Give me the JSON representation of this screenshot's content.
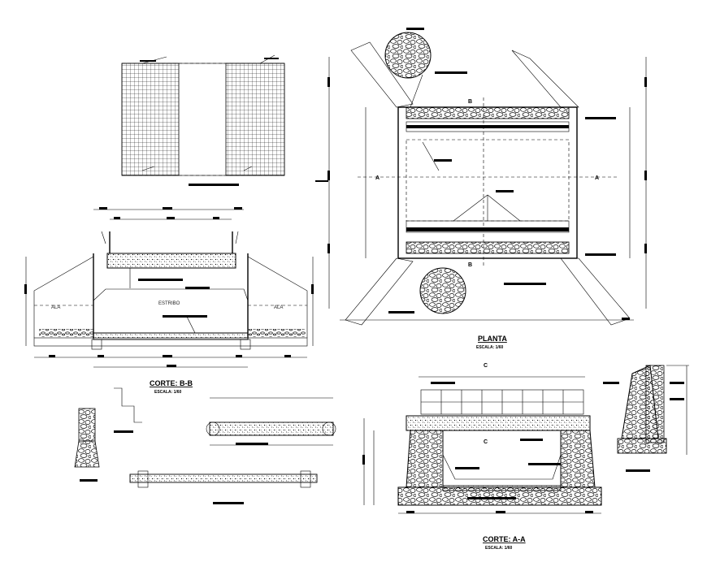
{
  "drawing": {
    "plan": {
      "title": "PLANTA",
      "scale": "ESCALA: 1/60",
      "section_marks": [
        "A",
        "A",
        "B",
        "B"
      ]
    },
    "section_bb": {
      "title": "CORTE: B-B",
      "scale": "ESCALA: 1/60",
      "zones": [
        "ALA",
        "ESTRIBO",
        "ALA"
      ]
    },
    "section_aa": {
      "title": "CORTE: A-A",
      "scale": "ESCALA: 1/60",
      "section_marks": [
        "C",
        "C"
      ]
    }
  }
}
